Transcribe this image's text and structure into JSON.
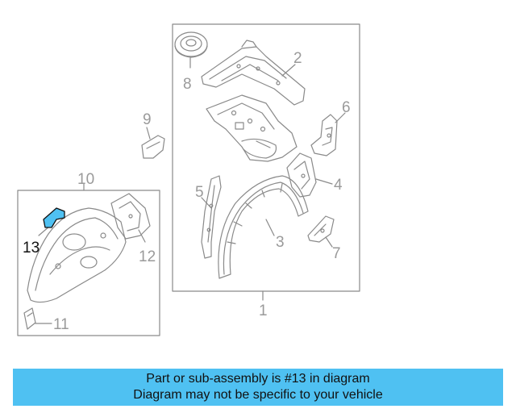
{
  "diagram": {
    "callouts": {
      "c1": "1",
      "c2": "2",
      "c3": "3",
      "c4": "4",
      "c5": "5",
      "c6": "6",
      "c7": "7",
      "c8": "8",
      "c9": "9",
      "c10": "10",
      "c11": "11",
      "c12": "12",
      "c13": "13"
    },
    "highlighted_part": "13",
    "highlight_color": "#4fc1f2",
    "line_color": "#8a8a8a"
  },
  "banner": {
    "line1": "Part or sub-assembly is #13 in diagram",
    "line2": "Diagram may not be specific to your vehicle",
    "background": "#4fc1f2"
  }
}
